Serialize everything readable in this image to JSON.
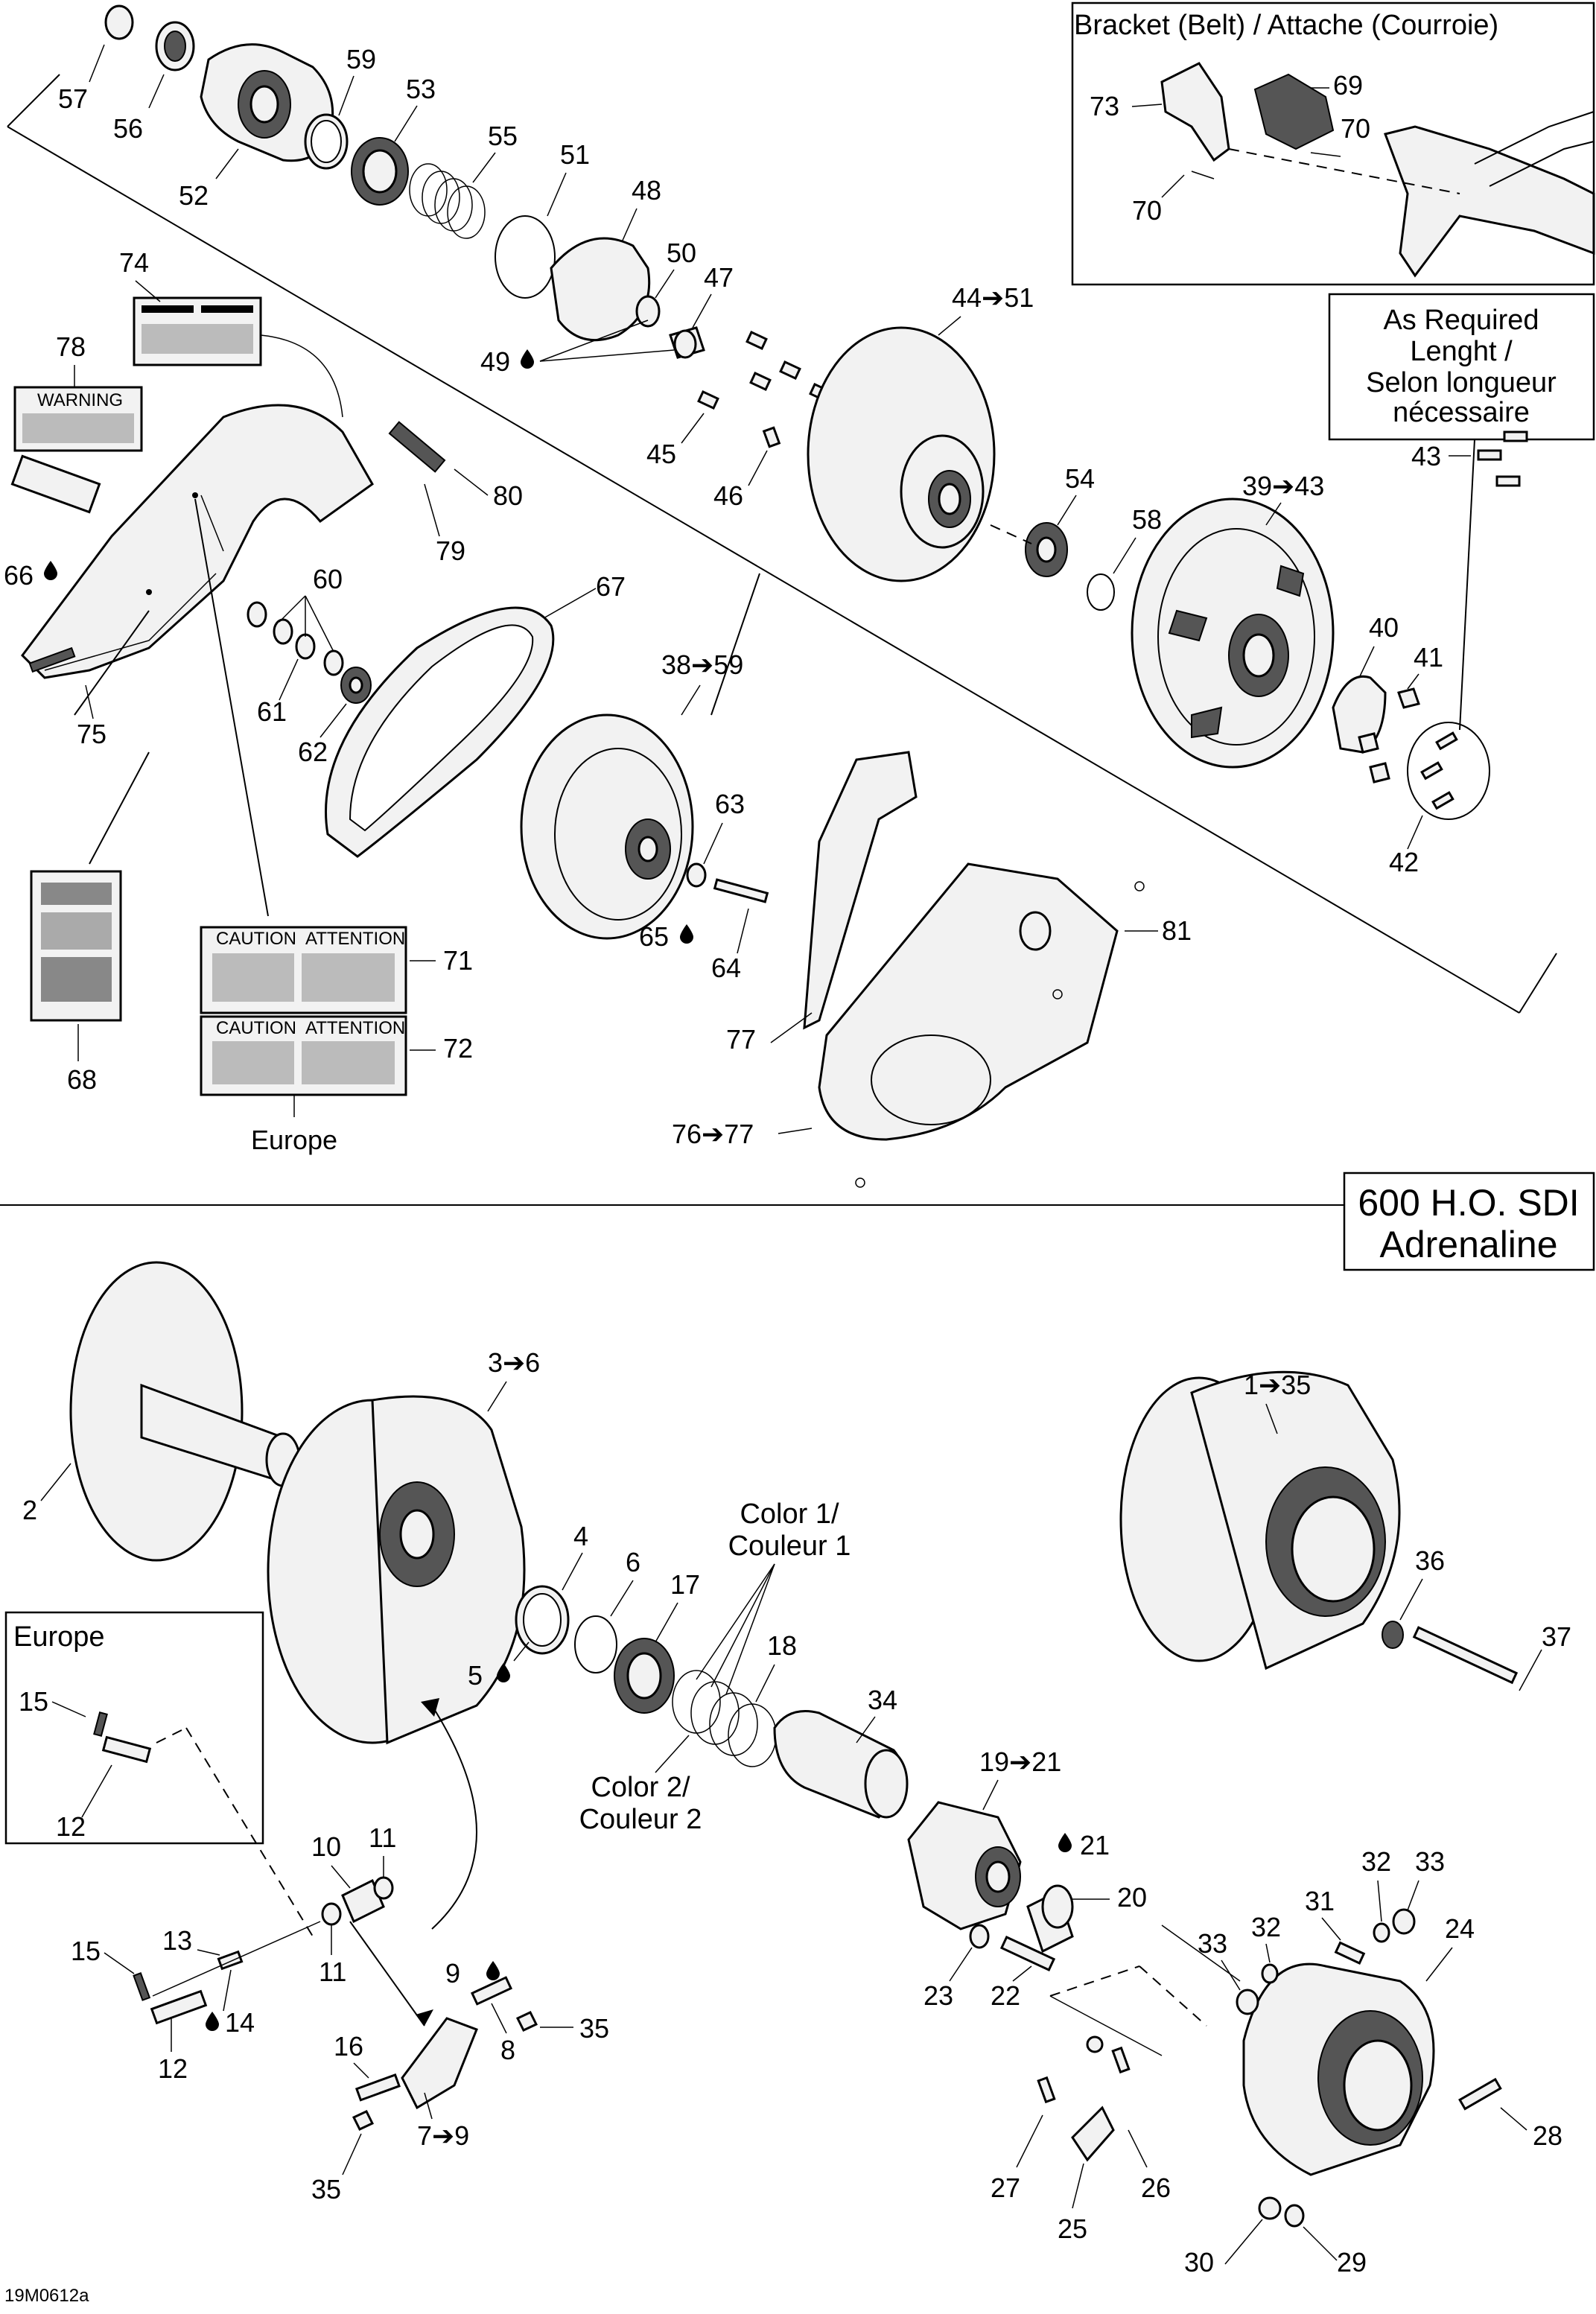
{
  "bracket_box": {
    "title": "Bracket (Belt) / Attache (Courroie)"
  },
  "as_required_box": {
    "line1": "As Required",
    "line2": "Lenght /",
    "line3": "Selon longueur",
    "line4": "nécessaire"
  },
  "model_box": {
    "line1": "600 H.O. SDI",
    "line2": "Adrenaline"
  },
  "europe_box": {
    "title": "Europe"
  },
  "europe_decal_caption": "Europe",
  "color1": {
    "line1": "Color 1/",
    "line2": "Couleur 1"
  },
  "color2": {
    "line1": "Color 2/",
    "line2": "Couleur 2"
  },
  "decal_texts": {
    "caution": "CAUTION",
    "attention": "ATTENTION",
    "warning": "WARNING"
  },
  "figure_code": "19M0612a",
  "callouts": {
    "c57": "57",
    "c56": "56",
    "c52": "52",
    "c59": "59",
    "c53": "53",
    "c55": "55",
    "c51": "51",
    "c48": "48",
    "c50": "50",
    "c47": "47",
    "c49": "49",
    "c45": "45",
    "c46": "46",
    "c44": "44➔51",
    "c54": "54",
    "c58": "58",
    "c39": "39➔43",
    "c43": "43",
    "c40": "40",
    "c41": "41",
    "c42": "42",
    "c74": "74",
    "c78": "78",
    "c80": "80",
    "c79": "79",
    "c66": "66",
    "c60": "60",
    "c61": "61",
    "c62": "62",
    "c75": "75",
    "c67": "67",
    "c38": "38➔59",
    "c63": "63",
    "c65": "65",
    "c64": "64",
    "c81": "81",
    "c77": "77",
    "c76": "76➔77",
    "c71": "71",
    "c72": "72",
    "c68": "68",
    "c73": "73",
    "c69": "69",
    "c70a": "70",
    "c70b": "70",
    "c3": "3➔6",
    "c2": "2",
    "c1": "1➔35",
    "c4": "4",
    "c6": "6",
    "c17": "17",
    "c18": "18",
    "c5": "5",
    "c36": "36",
    "c37": "37",
    "c34": "34",
    "c19": "19➔21",
    "c21": "21",
    "c20": "20",
    "c15a": "15",
    "c12a": "12",
    "c10": "10",
    "c11a": "11",
    "c11b": "11",
    "c13": "13",
    "c15b": "15",
    "c14": "14",
    "c12b": "12",
    "c9": "9",
    "c35a": "35",
    "c8": "8",
    "c16": "16",
    "c7": "7➔9",
    "c35b": "35",
    "c23": "23",
    "c22": "22",
    "c31": "31",
    "c32a": "32",
    "c33a": "33",
    "c32b": "32",
    "c33b": "33",
    "c24": "24",
    "c27": "27",
    "c26": "26",
    "c25": "25",
    "c28": "28",
    "c30": "30",
    "c29": "29"
  },
  "colors": {
    "ink": "#000000",
    "paper": "#ffffff",
    "shade": "#f2f2f2",
    "dark": "#555555"
  },
  "icons": [
    "drop-icon",
    "arrow-icon"
  ]
}
